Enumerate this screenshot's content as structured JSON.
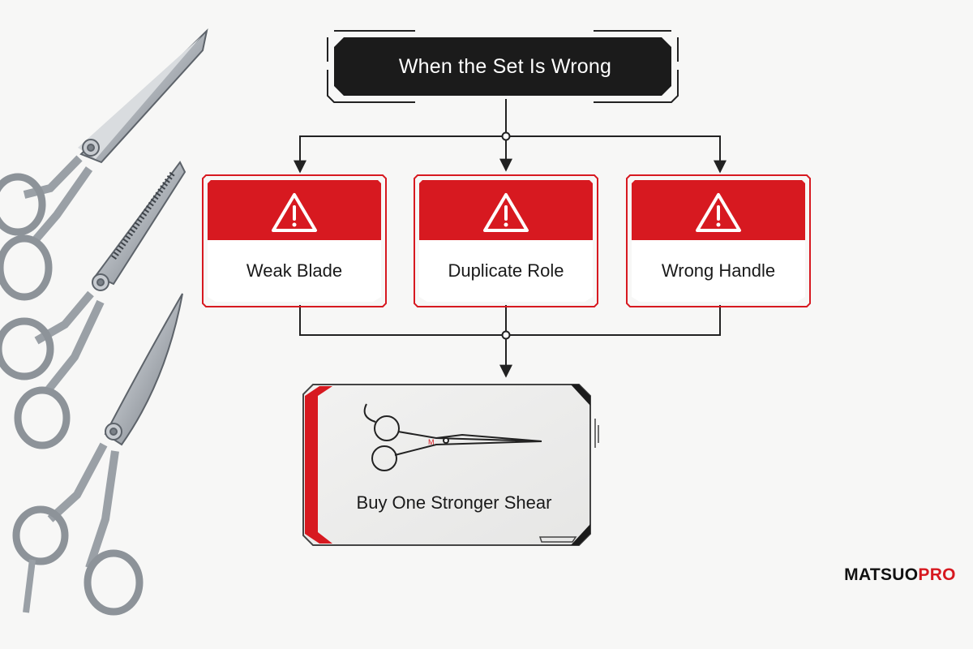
{
  "diagram": {
    "title": "When the Set Is Wrong",
    "problems": [
      {
        "label": "Weak Blade",
        "icon": "warning-icon"
      },
      {
        "label": "Duplicate Role",
        "icon": "warning-icon"
      },
      {
        "label": "Wrong Handle",
        "icon": "warning-icon"
      }
    ],
    "result": {
      "label": "Buy One Stronger Shear",
      "icon": "shear-icon"
    }
  },
  "brand": {
    "part1": "MATSUO",
    "part2": "PRO"
  },
  "colors": {
    "accent": "#d71920",
    "title_bg": "#1b1b1b",
    "card_bg": "#ffffff",
    "background": "#f7f7f6",
    "steel": "#b9bdc2"
  },
  "decorations": {
    "scissors": [
      "straight-shear-icon",
      "thinning-shear-icon",
      "curved-shear-icon"
    ]
  }
}
